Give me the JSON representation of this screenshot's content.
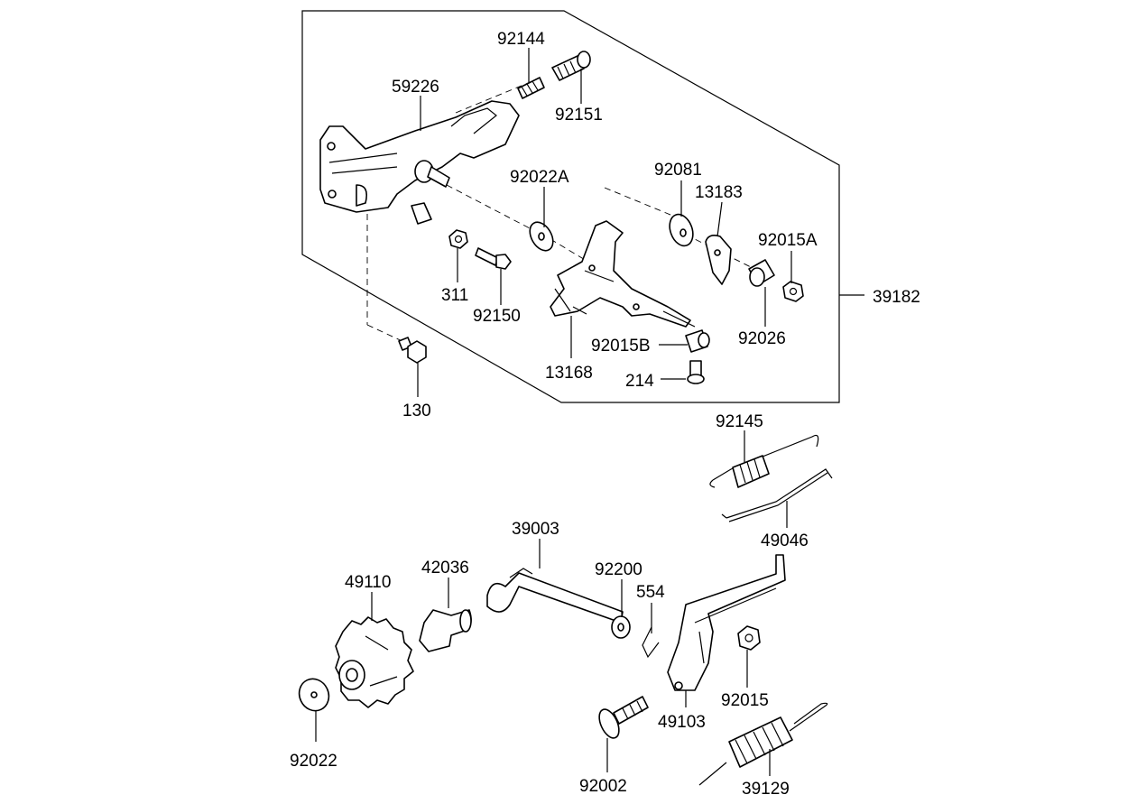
{
  "labels": {
    "p92144": "92144",
    "p59226": "59226",
    "p92151": "92151",
    "p92022A": "92022A",
    "p92081": "92081",
    "p13183": "13183",
    "p92015A": "92015A",
    "p39182": "39182",
    "p311": "311",
    "p92150": "92150",
    "p92026": "92026",
    "p92015B": "92015B",
    "p13168": "13168",
    "p214": "214",
    "p130": "130",
    "p92145": "92145",
    "p49046": "49046",
    "p39003": "39003",
    "p49110": "49110",
    "p42036": "42036",
    "p92200": "92200",
    "p554": "554",
    "p92015": "92015",
    "p49103": "49103",
    "p92022": "92022",
    "p92002": "92002",
    "p39129": "39129"
  }
}
